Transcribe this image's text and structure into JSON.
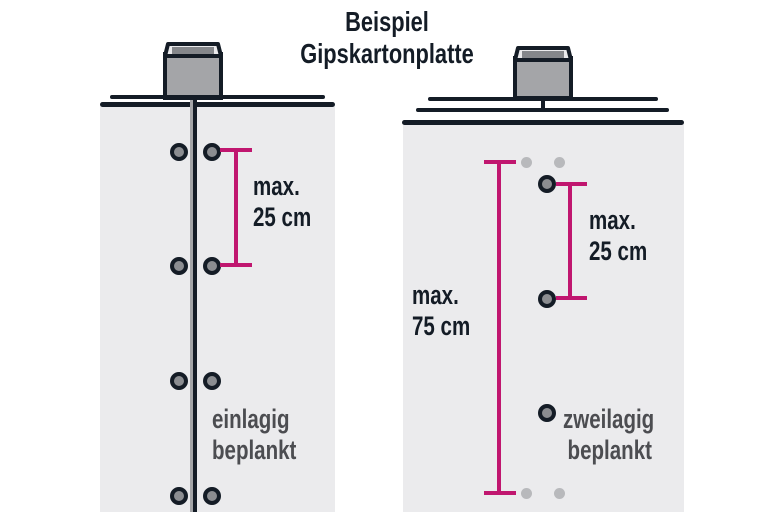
{
  "title": {
    "line1": "Beispiel",
    "line2": "Gipskartonplatte"
  },
  "colors": {
    "dark": "#141c26",
    "panel": "#ebebed",
    "magenta": "#c0166f",
    "screw_fill": "#8b8d91",
    "ghost_screw": "#b8b9bc",
    "profile_gray": "#a4a5a8",
    "label_gray": "#4c4d51"
  },
  "left_panel": {
    "spacing_label_line1": "max.",
    "spacing_label_line2": "25 cm",
    "type_label_line1": "einlagig",
    "type_label_line2": "beplankt",
    "screw_rows_y": [
      150,
      265,
      380,
      494
    ]
  },
  "right_panel": {
    "outer_label_line1": "max.",
    "outer_label_line2": "75 cm",
    "inner_label_line1": "max.",
    "inner_label_line2": "25 cm",
    "type_label_line1": "zweilagig",
    "type_label_line2": "beplankt"
  }
}
